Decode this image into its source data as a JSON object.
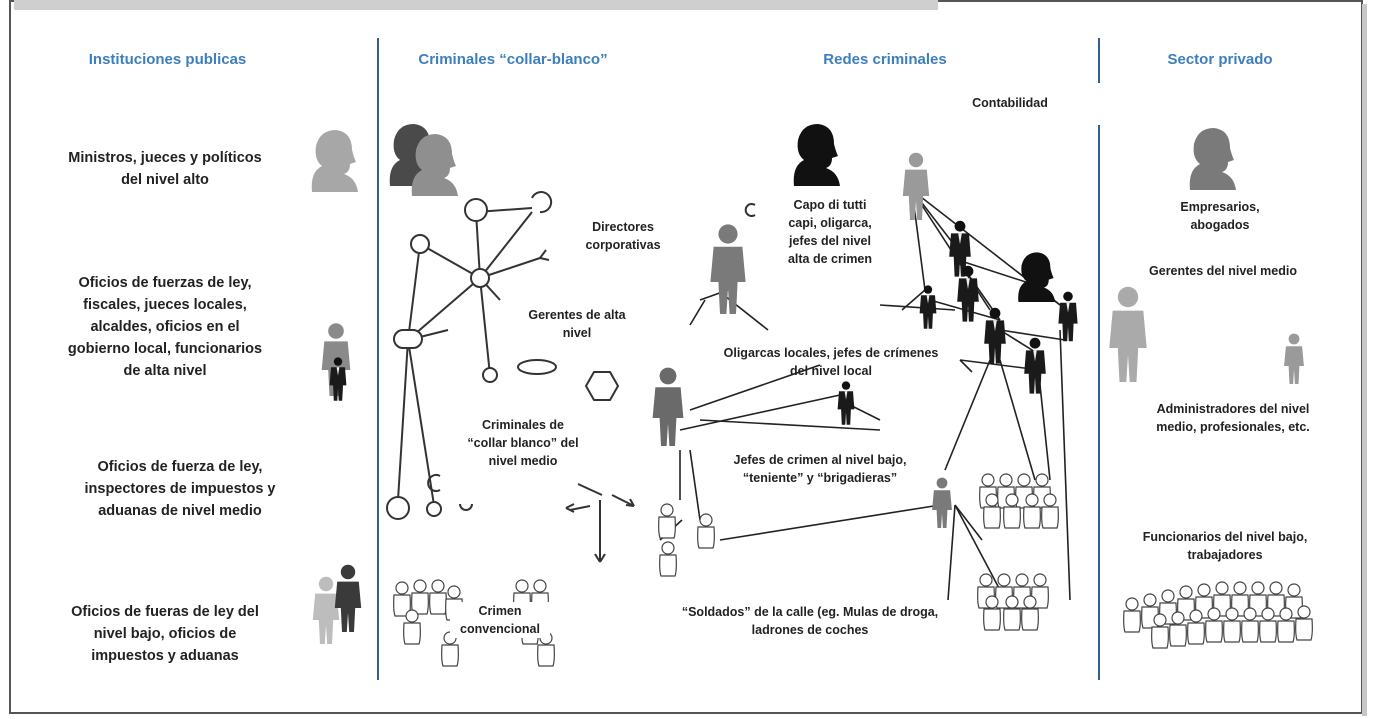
{
  "columns": {
    "public_institutions": "Instituciones publicas",
    "white_collar": "Criminales “collar-blanco”",
    "criminal_networks": "Redes criminales",
    "private_sector": "Sector privado"
  },
  "public_levels": [
    "Ministros, jueces  y políticos\ndel nivel alto",
    "Oficios de fuerzas de ley,\nfiscales, jueces locales,\nalcaldes, oficios en el\ngobierno local, funcionarios\nde alta nivel",
    "Oficios de fuerza de ley,\ninspectores de impuestos y\naduanas de nivel medio",
    "Oficios de fueras de ley del\nnivel bajo, oficios de\nimpuestos y aduanas"
  ],
  "white_collar_levels": {
    "directors": "Directores\ncorporativas",
    "senior_managers": "Gerentes de alta\nnivel",
    "mid_criminals": "Criminales de\n“collar blanco” del\nnivel medio",
    "conventional": "Crimen\nconvencional"
  },
  "network_levels": {
    "accounting": "Contabilidad",
    "boss": "Capo di tutti\ncapi, oligarca,\njefes del nivel\nalta de crimen",
    "local": "Oligarcas locales, jefes de crímenes\ndel nivel local",
    "low": "Jefes de crimen al nivel bajo,\n“teniente” y “brigadieras”",
    "street": "“Soldados” de la calle (eg. Mulas de droga,\nladrones de coches"
  },
  "private_levels": {
    "business": "Empresarios,\nabogados",
    "mid_managers": "Gerentes del nivel medio",
    "administrators": "Administradores del nivel\nmedio, profesionales, etc.",
    "workers": "Funcionarios del nivel bajo,\ntrabajadores"
  },
  "colors": {
    "header": "#3d7fbd",
    "divider": "#2f5f8f",
    "frame": "#555555"
  }
}
